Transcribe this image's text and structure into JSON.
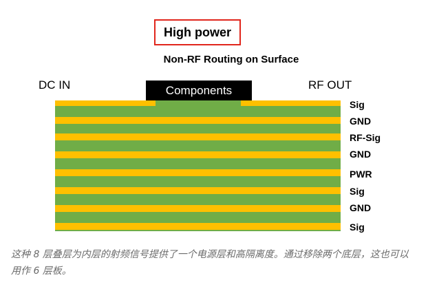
{
  "title": "High power",
  "subtitle": "Non-RF Routing on Surface",
  "left_label": "DC IN",
  "right_label": "RF OUT",
  "components_label": "Components",
  "layers": [
    "Sig",
    "GND",
    "RF-Sig",
    "GND",
    "PWR",
    "Sig",
    "GND",
    "Sig"
  ],
  "colors": {
    "copper": "#ffc000",
    "dielectric": "#70ad47",
    "component": "#000000",
    "title_border": "#e0251b"
  },
  "caption": "这种 8 层叠层为内层的射频信号提供了一个电源层和高隔离度。通过移除两个底层，这也可以用作 6 层板。"
}
